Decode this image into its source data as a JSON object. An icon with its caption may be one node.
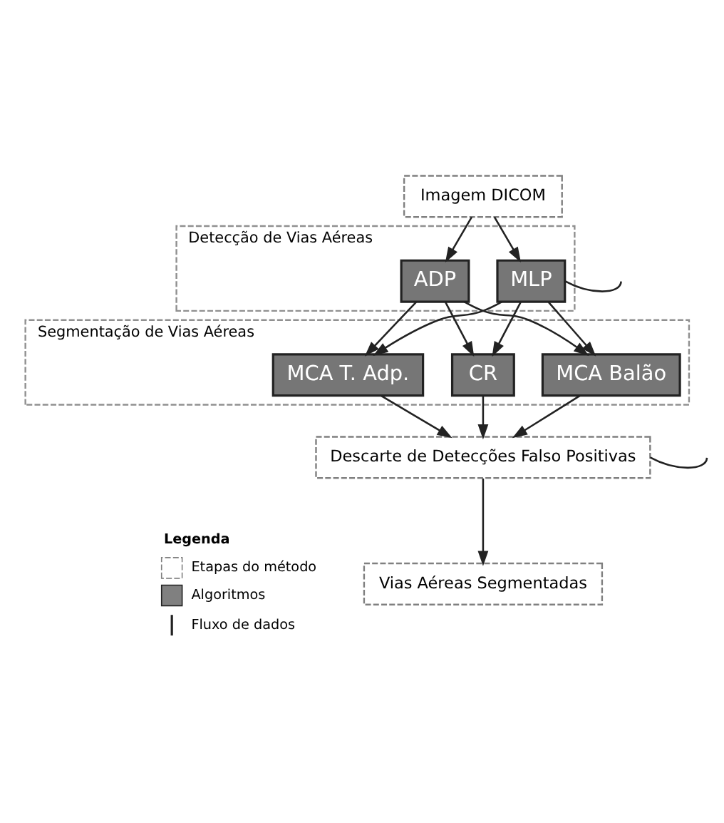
{
  "diagram": {
    "nodes": [
      {
        "text": [
          "Imagem DICOM"
        ]
      },
      {
        "text": [
          "Detecção de Vias Aéreas"
        ]
      },
      {
        "text": [
          "ADP"
        ],
        "in": 1
      },
      {
        "text": [
          "MLP"
        ],
        "in": 1
      },
      {
        "text": [
          "Segmentação de Vias Aéreas"
        ]
      },
      {
        "text": [
          "CR"
        ],
        "in": 4
      },
      {
        "text": [
          "MCA Balão"
        ],
        "in": 4
      },
      {
        "text": [
          "MCA T. Adp."
        ],
        "in": 4
      },
      {
        "text": [
          "Descarte de Detecções Falso Positivas"
        ]
      },
      {
        "text": [
          "Vias Aéreas Segmentadas"
        ]
      }
    ],
    "edges": [
      {
        "from": 0,
        "to": 2,
        "arrow": "to"
      },
      {
        "from": 0,
        "to": 3,
        "arrow": "to"
      },
      {
        "from": 2,
        "to": 5,
        "arrow": "to"
      },
      {
        "from": 2,
        "to": 6,
        "arrow": "to"
      },
      {
        "from": 2,
        "to": 7,
        "arrow": "to"
      },
      {
        "from": 3,
        "to": 5,
        "arrow": "to"
      },
      {
        "from": 3,
        "to": 6,
        "arrow": "to"
      },
      {
        "from": 3,
        "to": 7,
        "arrow": "to"
      },
      {
        "from": 3,
        "to": null,
        "arrow": "none"
      },
      {
        "from": 5,
        "to": 8,
        "arrow": "to"
      },
      {
        "from": 6,
        "to": 8,
        "arrow": "to"
      },
      {
        "from": 7,
        "to": 8,
        "arrow": "to"
      },
      {
        "from": 8,
        "to": 9,
        "arrow": "to"
      },
      {
        "from": 8,
        "to": null,
        "arrow": "none"
      }
    ],
    "labels": [
      "Legenda"
    ],
    "legend": [
      {
        "text": "Etapas do método"
      },
      {
        "text": "Algoritmos",
        "color": "#808080"
      },
      {
        "text": "Fluxo de dados"
      }
    ]
  }
}
